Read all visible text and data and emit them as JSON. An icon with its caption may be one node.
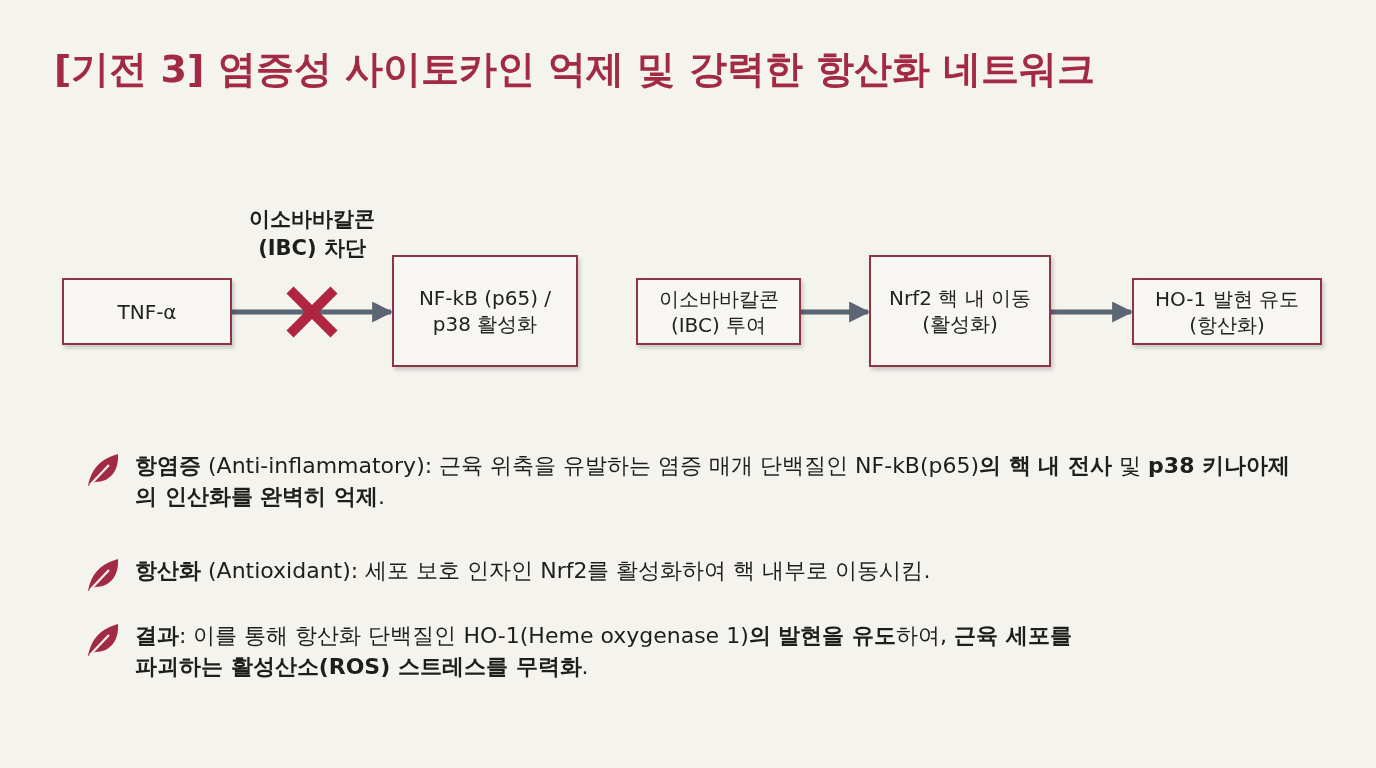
{
  "diagram": {
    "title": "[기전 3] 염증성 사이토카인 억제 및 강력한 항산화 네트워크",
    "nodes": [
      {
        "text": [
          "TNF-α"
        ]
      },
      {
        "text": [
          "NF-kB (p65) / p38 활성화"
        ]
      },
      {
        "text": [
          "이소바바칼콘 (IBC) 투여"
        ]
      },
      {
        "text": [
          "Nrf2 핵 내 이동 (활성화)"
        ]
      },
      {
        "text": [
          "HO-1 발현 유도 (항산화)"
        ]
      }
    ],
    "edges": [
      {
        "from": 0,
        "to": 1,
        "arrow": "to",
        "label": "이소바바칼콘 (IBC) 차단"
      },
      {
        "from": 2,
        "to": 3,
        "arrow": "to"
      },
      {
        "from": 3,
        "to": 4,
        "arrow": "to"
      }
    ],
    "labels": [
      "**항염증** (Anti-inflammatory): 근육 위축을 유발하는 염증 매개 단백질인 NF-kB(p65)**의 핵 내 전사** 및 **p38 키나아제의 인산화를 완벽히 억제**.",
      "**항산화** (Antioxidant): 세포 보호 인자인 Nrf2를 활성화하여 핵 내부로 이동시킴.",
      "**결과**: 이를 통해 항산화 단백질인 HO-1(Heme oxygenase 1)**의 발현을 유도**하여, **근육 세포를 파괴하는 활성산소(ROS) 스트레스를 무력화**."
    ]
  }
}
